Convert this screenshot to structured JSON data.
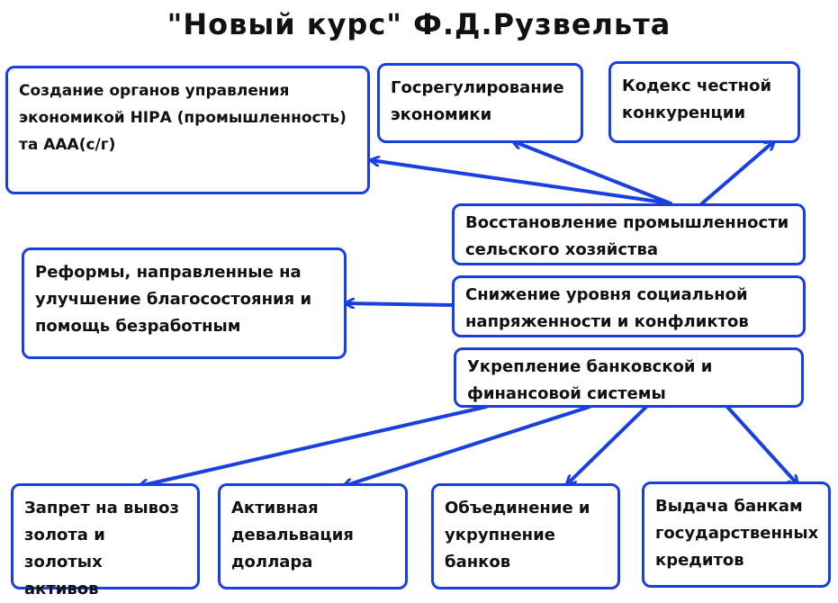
{
  "title": "\"Новый курс\" Ф.Д.Рузвельта",
  "colors": {
    "border": "#1a3fe0",
    "arrow": "#1a3fe0",
    "text": "#111111"
  },
  "boxes": {
    "agencies": "Создание органов управления\nэкономикой НIРА (промышленность)\nта ААА(с/г)",
    "regulation": "Госрегулирование\nэкономики",
    "code": "Кодекс честной\nконкуренции",
    "restoration": "Восстановление промышленности\nсельского хозяйства",
    "reforms": "Реформы, направленные на\nулучшение благосостояния и\nпомощь безработным",
    "tension": "Снижение уровня социальной\nнапряженности и конфликтов",
    "banking": "Укрепление банковской и\nфинансовой системы",
    "gold": "Запрет на вывоз\nзолота и золотых\nактивов",
    "devaluation": "Активная\nдевальвация\nдоллара",
    "merger": "Объединение и\nукрупнение\nбанков",
    "credits": "Выдача банкам\nгосударственных\nкредитов"
  }
}
